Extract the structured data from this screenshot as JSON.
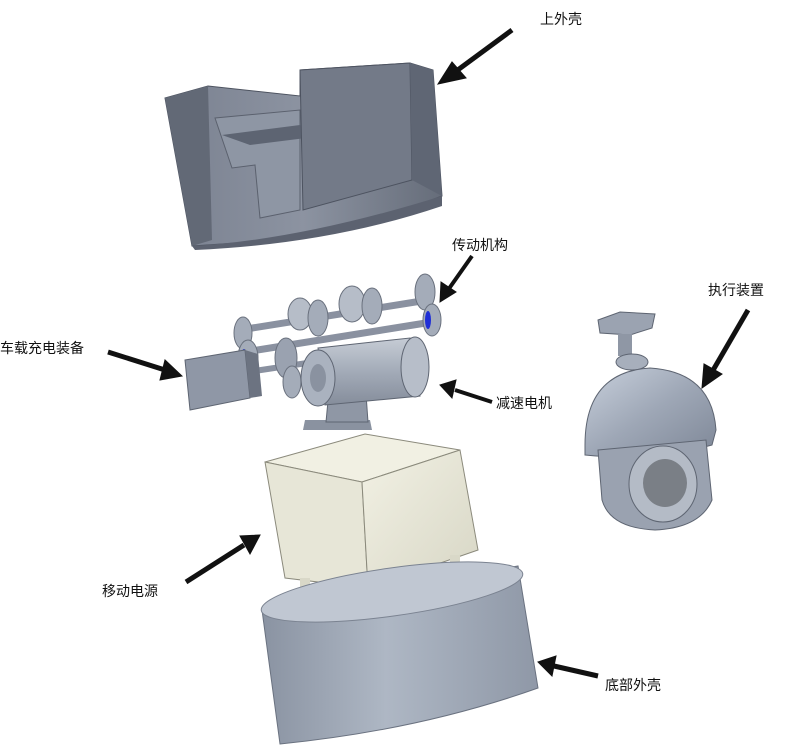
{
  "labels": {
    "upper_shell": "上外壳",
    "transmission": "传动机构",
    "vehicle_charging": "车载充电装备",
    "actuator": "执行装置",
    "reduction_motor": "减速电机",
    "mobile_power": "移动电源",
    "bottom_shell": "底部外壳"
  },
  "colors": {
    "shell_dark": "#6e7583",
    "shell_light": "#9aa2b0",
    "shell_bottom": "#a6afbd",
    "battery": "#e9e8d9",
    "blue_accent": "#1f2fd6",
    "arrow": "#111111"
  }
}
